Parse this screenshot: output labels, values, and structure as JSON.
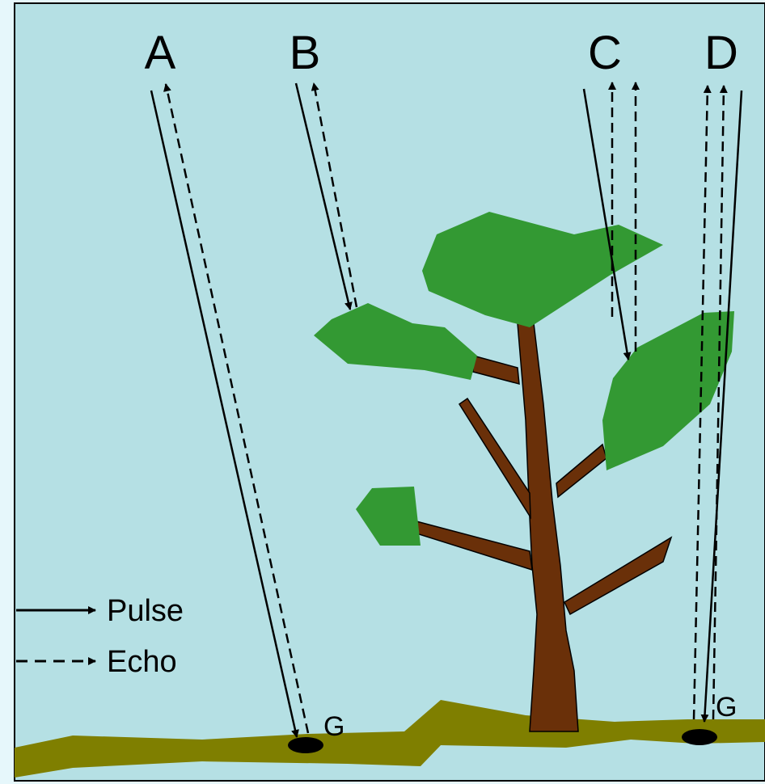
{
  "beams": [
    {
      "id": "A",
      "label": "A"
    },
    {
      "id": "B",
      "label": "B"
    },
    {
      "id": "C",
      "label": "C"
    },
    {
      "id": "D",
      "label": "D"
    }
  ],
  "ground_labels": [
    "G",
    "G"
  ],
  "legend": {
    "pulse": "Pulse",
    "echo": "Echo"
  },
  "colors": {
    "sky": "#b5e0e4",
    "ground": "#7f7f00",
    "foliage": "#339933",
    "trunk": "#6a3009",
    "line": "#000000"
  }
}
